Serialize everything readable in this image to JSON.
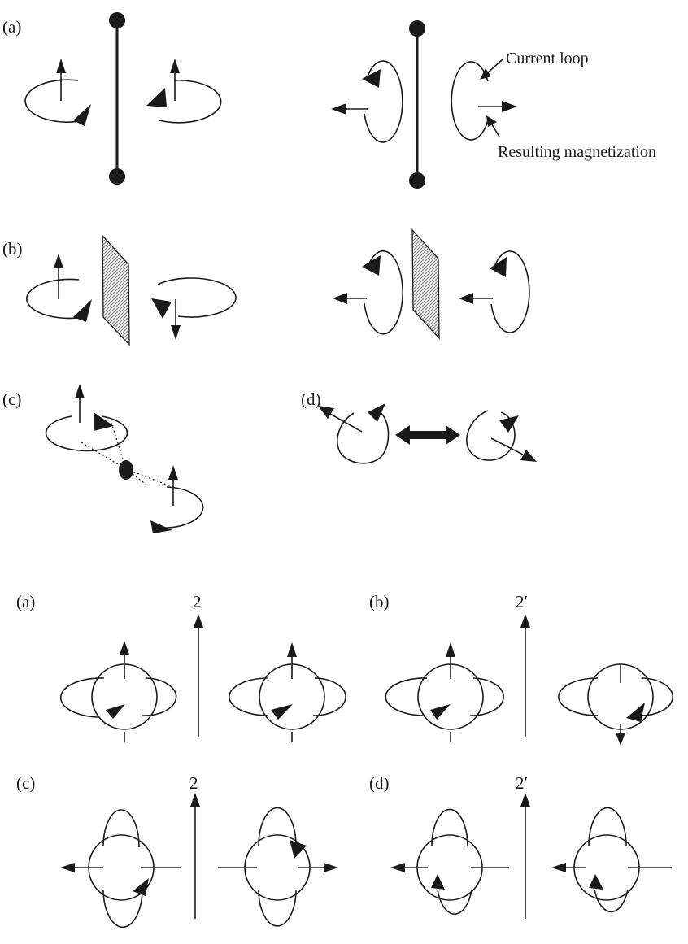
{
  "figure1": {
    "panel_labels": {
      "a": "(a)",
      "b": "(b)",
      "c": "(c)",
      "d": "(d)"
    },
    "annotations": {
      "current_loop": "Current loop",
      "resulting_magnetization": "Resulting magnetization"
    }
  },
  "figure2": {
    "panel_labels": {
      "a": "(a)",
      "b": "(b)",
      "c": "(c)",
      "d": "(d)"
    },
    "axis_labels": {
      "a": "2",
      "b": "2′",
      "c": "2",
      "d": "2′"
    }
  }
}
